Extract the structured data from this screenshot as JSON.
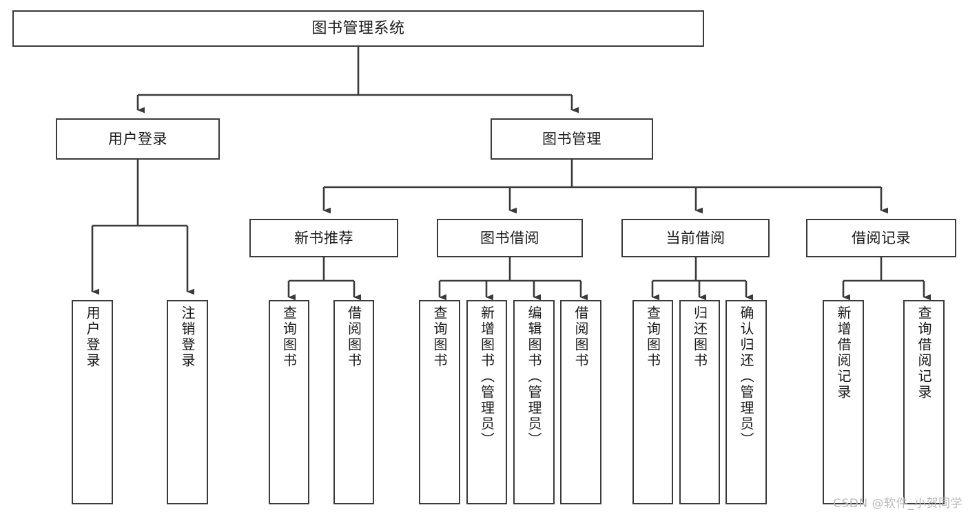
{
  "diagram": {
    "title": "图书管理系统",
    "type": "hierarchy-tree",
    "watermark": "CSDN @软件_小贺同学",
    "colors": {
      "stroke": "#3a3a3a",
      "background": "#ffffff",
      "text": "#1a1a1a",
      "watermark": "#b9b9b9"
    },
    "levels": {
      "root": {
        "label": "图书管理系统"
      },
      "level1": [
        {
          "label": "用户登录"
        },
        {
          "label": "图书管理"
        }
      ],
      "level2": [
        {
          "label": "新书推荐"
        },
        {
          "label": "图书借阅"
        },
        {
          "label": "当前借阅"
        },
        {
          "label": "借阅记录"
        }
      ],
      "leaves": {
        "user_login": [
          {
            "label": "用户登录"
          },
          {
            "label": "注销登录"
          }
        ],
        "new_book_recommend": [
          {
            "label": "查询图书"
          },
          {
            "label": "借阅图书"
          }
        ],
        "book_borrow": [
          {
            "label": "查询图书"
          },
          {
            "label": "新增图书（管理员）"
          },
          {
            "label": "编辑图书（管理员）"
          },
          {
            "label": "借阅图书"
          }
        ],
        "current_borrow": [
          {
            "label": "查询图书"
          },
          {
            "label": "归还图书"
          },
          {
            "label": "确认归还（管理员）"
          }
        ],
        "borrow_record": [
          {
            "label": "新增借阅记录"
          },
          {
            "label": "查询借阅记录"
          }
        ]
      }
    }
  }
}
